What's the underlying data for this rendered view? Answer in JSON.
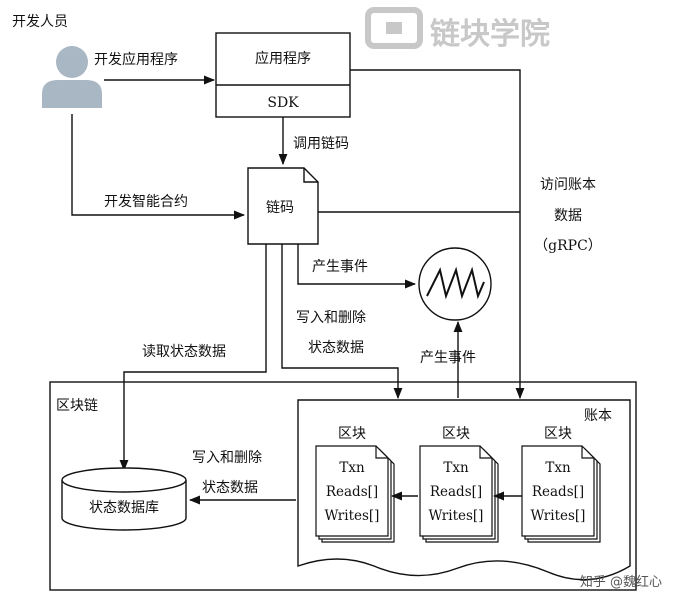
{
  "watermark": {
    "logo_text": "链块学院",
    "credit": "知乎 @魏红心"
  },
  "developer": {
    "label": "开发人员"
  },
  "application": {
    "title": "应用程序",
    "sdk": "SDK"
  },
  "chaincode": {
    "label": "链码"
  },
  "edges": {
    "develop_app": "开发应用程序",
    "invoke_chaincode": "调用链码",
    "develop_contract": "开发智能合约",
    "access_ledger_line1": "访问账本",
    "access_ledger_line2": "数据",
    "access_ledger_line3": "（gRPC）",
    "emit_event": "产生事件",
    "write_delete_line1": "写入和删除",
    "write_delete_line2": "状态数据",
    "read_state": "读取状态数据",
    "ledger_emit_event": "产生事件",
    "ledger_write_delete_line1": "写入和删除",
    "ledger_write_delete_line2": "状态数据"
  },
  "blockchain": {
    "label": "区块链"
  },
  "state_db": {
    "label": "状态数据库"
  },
  "ledger": {
    "label": "账本",
    "blocks": [
      {
        "title": "区块",
        "lines": [
          "Txn",
          "Reads[]",
          "Writes[]"
        ]
      },
      {
        "title": "区块",
        "lines": [
          "Txn",
          "Reads[]",
          "Writes[]"
        ]
      },
      {
        "title": "区块",
        "lines": [
          "Txn",
          "Reads[]",
          "Writes[]"
        ]
      }
    ]
  }
}
